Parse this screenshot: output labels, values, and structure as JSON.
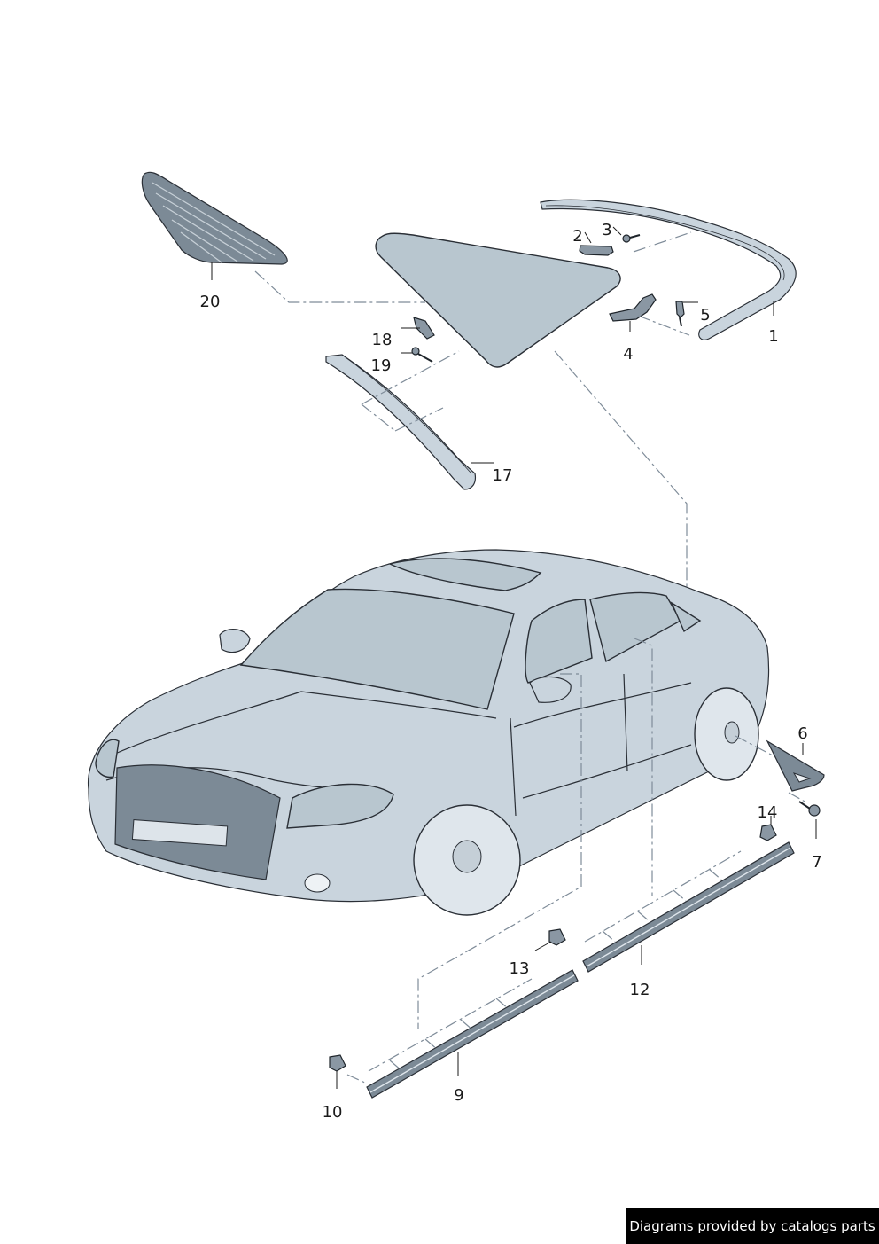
{
  "callouts": [
    {
      "id": "1",
      "text": "1"
    },
    {
      "id": "2",
      "text": "2"
    },
    {
      "id": "3",
      "text": "3"
    },
    {
      "id": "4",
      "text": "4"
    },
    {
      "id": "5",
      "text": "5"
    },
    {
      "id": "6",
      "text": "6"
    },
    {
      "id": "7",
      "text": "7"
    },
    {
      "id": "9",
      "text": "9"
    },
    {
      "id": "10",
      "text": "10"
    },
    {
      "id": "12",
      "text": "12"
    },
    {
      "id": "13",
      "text": "13"
    },
    {
      "id": "14",
      "text": "14"
    },
    {
      "id": "17",
      "text": "17"
    },
    {
      "id": "18",
      "text": "18"
    },
    {
      "id": "19",
      "text": "19"
    },
    {
      "id": "20",
      "text": "20"
    }
  ],
  "credit": "Diagrams provided by catalogs parts",
  "colors": {
    "glass": "#b8c6cf",
    "body": "#c9d4dd",
    "outline": "#2a2f36",
    "credit_bg": "#000000"
  }
}
